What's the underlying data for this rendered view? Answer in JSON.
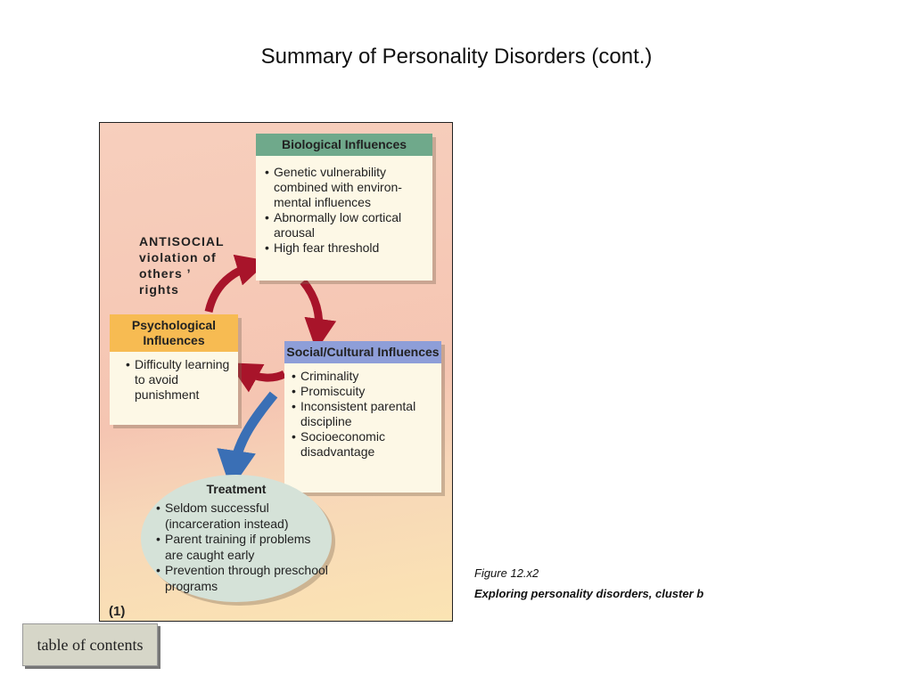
{
  "slide": {
    "title": "Summary of Personality Disorders (cont.)"
  },
  "diagram": {
    "antisocial": [
      "ANTISOCIAL",
      "violation of",
      "others ’",
      "rights"
    ],
    "biological": {
      "title": "Biological Influences",
      "items": [
        "Genetic vulnerability combined with environ-mental influences",
        "Abnormally low cortical arousal",
        "High fear threshold"
      ]
    },
    "psychological": {
      "title": "Psychological Influences",
      "items": [
        "Difficulty learning to avoid punishment"
      ]
    },
    "social": {
      "title": "Social/Cultural Influences",
      "items": [
        "Criminality",
        "Promiscuity",
        "Inconsistent parental discipline",
        "Socioeconomic disadvantage"
      ]
    },
    "treatment": {
      "title": "Treatment",
      "items": [
        "Seldom successful (incarceration instead)",
        "Parent training if problems are caught early",
        "Prevention through preschool programs"
      ]
    },
    "panel_label": "(1)",
    "colors": {
      "arrow_red": "#a8142a",
      "arrow_blue": "#3a6fb5",
      "bio_header": "#6fa98b",
      "psych_header": "#f7bb52",
      "social_header": "#8e9ed8",
      "treatment_fill": "#d5e2d8"
    }
  },
  "caption": {
    "figure_number": "Figure 12.x2",
    "text": "Exploring personality disorders, cluster b"
  },
  "toc_button": {
    "label": "table of contents"
  }
}
